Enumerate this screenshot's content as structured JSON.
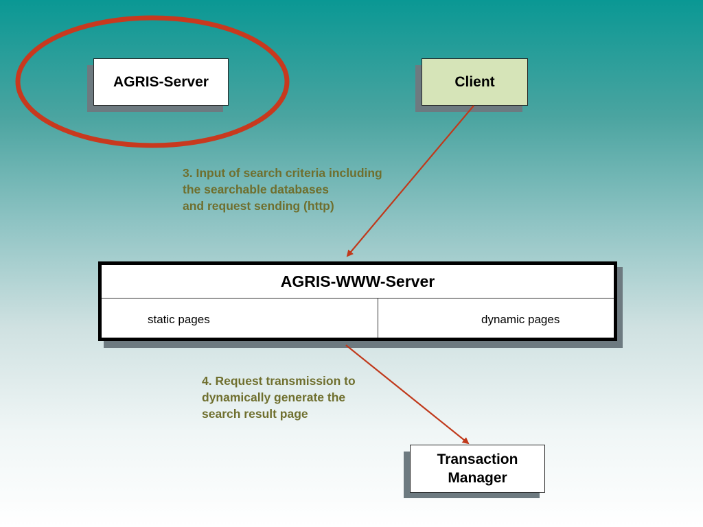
{
  "nodes": {
    "agris_server": "AGRIS-Server",
    "client": "Client",
    "www_server": {
      "title": "AGRIS-WWW-Server",
      "left_cell": "static pages",
      "right_cell": "dynamic pages"
    },
    "transaction_manager": "Transaction\nManager"
  },
  "notes": {
    "step3": "3. Input of search criteria including\nthe searchable databases\nand request sending (http)",
    "step4": "4. Request transmission to\ndynamically generate the\nsearch result page"
  },
  "colors": {
    "arrow": "#c0391b",
    "highlight_ellipse": "#c8391e",
    "note_text": "#6f6f2e",
    "client_fill": "#d6e4b8"
  },
  "icons": {
    "highlight": "ellipse-highlight",
    "connectors": "arrow"
  }
}
